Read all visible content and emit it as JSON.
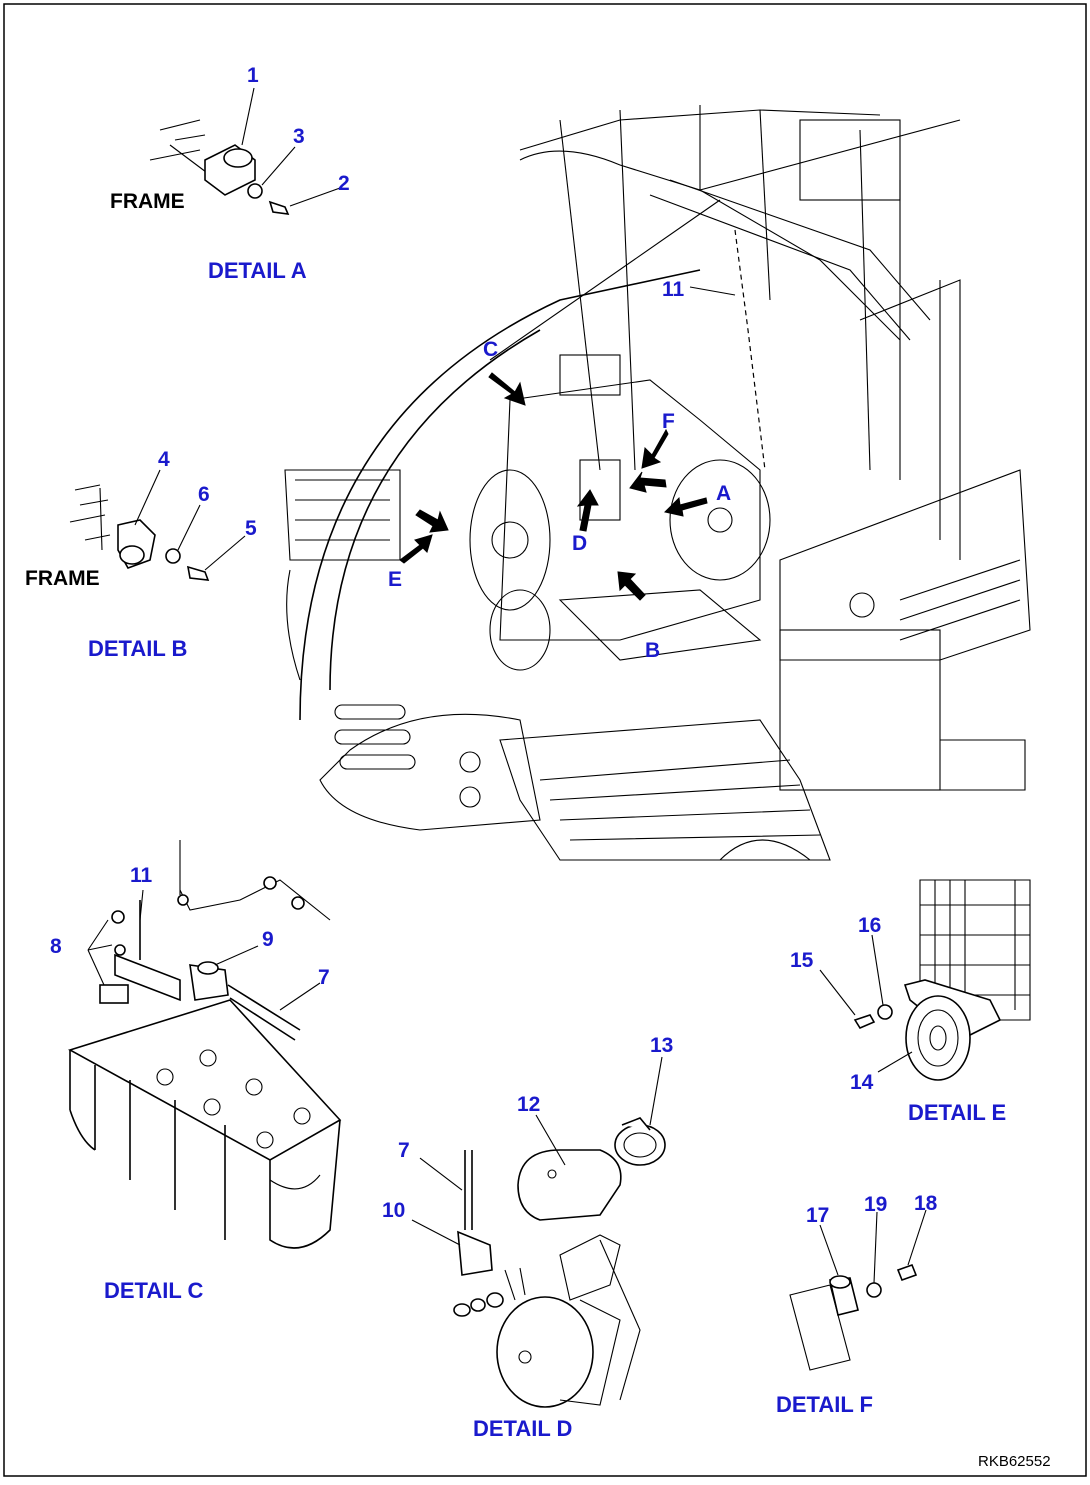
{
  "callouts": {
    "c1": "1",
    "c2": "2",
    "c3": "3",
    "c4": "4",
    "c5": "5",
    "c6": "6",
    "c7a": "7",
    "c7b": "7",
    "c8": "8",
    "c9": "9",
    "c10": "10",
    "c11a": "11",
    "c11b": "11",
    "c12": "12",
    "c13": "13",
    "c14": "14",
    "c15": "15",
    "c16": "16",
    "c17": "17",
    "c18": "18",
    "c19": "19"
  },
  "view_letters": {
    "a": "A",
    "b": "B",
    "c": "C",
    "d": "D",
    "e": "E",
    "f": "F"
  },
  "details": {
    "a": "DETAIL A",
    "b": "DETAIL B",
    "c": "DETAIL C",
    "d": "DETAIL D",
    "e": "DETAIL E",
    "f": "DETAIL F"
  },
  "frame_labels": {
    "a": "FRAME",
    "b": "FRAME"
  },
  "drawing_code": "RKB62552"
}
